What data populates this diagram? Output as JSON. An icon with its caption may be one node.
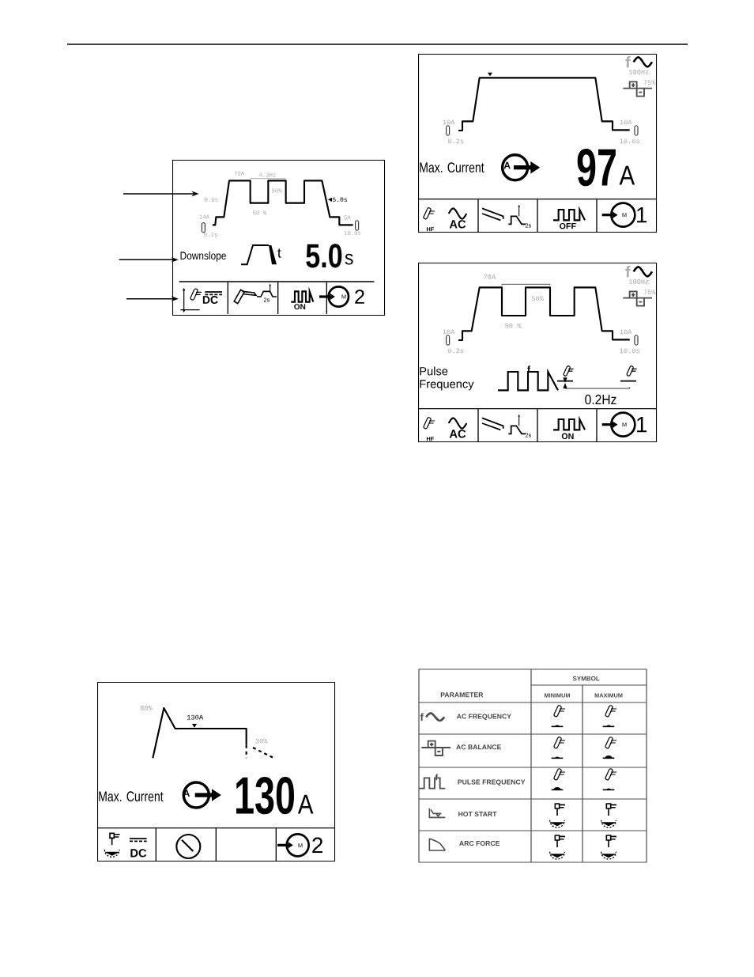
{
  "diagram": {
    "nodes": [
      {
        "text": [],
        "shape": "box"
      },
      {
        "text": [
          "72A",
          "4.3Hz",
          "50%",
          "0.0s",
          "5.0s",
          "50 %",
          "14A",
          "5A",
          "0.2s",
          "10.0s"
        ],
        "in": 0
      },
      {
        "text": [
          "Downslope",
          "t",
          "5.0",
          "s"
        ],
        "in": 0
      },
      {
        "text": [
          "DC",
          "2s",
          "ON",
          "M",
          "2"
        ],
        "in": 0
      },
      {
        "text": [
          "f",
          "100Hz",
          "75%",
          "10A",
          "0.2s",
          "10A",
          "10.0s",
          "Max. Current",
          "A",
          "97",
          "A",
          "HF",
          "AC",
          "2s",
          "OFF",
          "M",
          "1"
        ]
      },
      {
        "text": [
          "70A",
          "f",
          "100Hz",
          "50%",
          "75%",
          "50 %",
          "10A",
          "0.2s",
          "10A",
          "10.0s",
          "Pulse Frequency",
          "f",
          "0.2Hz",
          "HF",
          "AC",
          "2s",
          "ON",
          "M",
          "1"
        ]
      },
      {
        "text": [
          "80%",
          "130A",
          "30%",
          "Max. Current",
          "A",
          "130",
          "A",
          "DC",
          "M",
          "2"
        ]
      }
    ],
    "edges": [
      {
        "from": null,
        "to": 1,
        "arrow": "to"
      },
      {
        "from": null,
        "to": 2,
        "arrow": "to"
      },
      {
        "from": null,
        "to": 3,
        "arrow": "to"
      }
    ],
    "labels": [
      "SYMBOL",
      "PARAMETER",
      "MINIMUM",
      "MAXIMUM",
      "f",
      "AC FREQUENCY",
      "AC BALANCE",
      "f",
      "PULSE FREQUENCY",
      "HOT START",
      "ARC FORCE"
    ]
  }
}
